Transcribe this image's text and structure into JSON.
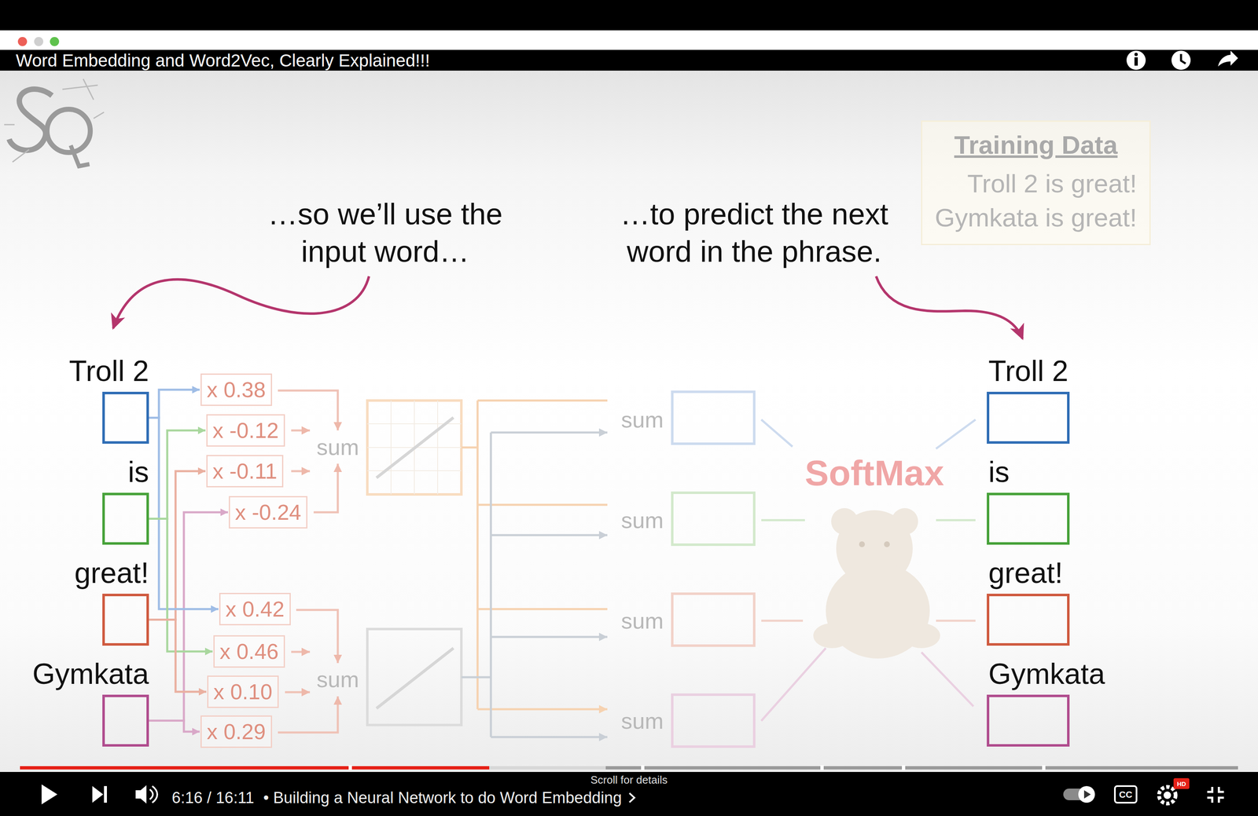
{
  "diagram": {
    "title": "Word Embedding and Word2Vec, Clearly Explained!!!",
    "nodes": [
      {
        "text": [
          "Training Data",
          "Troll 2 is great!",
          "Gymkata is great!"
        ]
      },
      {
        "text": [
          "Troll 2"
        ]
      },
      {
        "text": [
          "is"
        ]
      },
      {
        "text": [
          "great!"
        ]
      },
      {
        "text": [
          "Gymkata"
        ]
      },
      {
        "text": [
          "x 0.38"
        ]
      },
      {
        "text": [
          "x -0.12"
        ]
      },
      {
        "text": [
          "x -0.11"
        ]
      },
      {
        "text": [
          "x -0.24"
        ]
      },
      {
        "text": [
          "x 0.42"
        ]
      },
      {
        "text": [
          "x 0.46"
        ]
      },
      {
        "text": [
          "x 0.10"
        ]
      },
      {
        "text": [
          "x 0.29"
        ]
      },
      {
        "text": [
          "Troll 2"
        ]
      },
      {
        "text": [
          "is"
        ]
      },
      {
        "text": [
          "great!"
        ]
      },
      {
        "text": [
          "Gymkata"
        ]
      }
    ],
    "edges": [
      {
        "from": 1,
        "to": 5,
        "arrow": "to"
      },
      {
        "from": 2,
        "to": 6,
        "arrow": "to"
      },
      {
        "from": 3,
        "to": 7,
        "arrow": "to"
      },
      {
        "from": 4,
        "to": 8,
        "arrow": "to"
      },
      {
        "from": 1,
        "to": 9,
        "arrow": "to"
      },
      {
        "from": 2,
        "to": 10,
        "arrow": "to"
      },
      {
        "from": 3,
        "to": 11,
        "arrow": "to"
      },
      {
        "from": 4,
        "to": 12,
        "arrow": "to"
      }
    ],
    "labels": [
      "…so we’ll use the input word…",
      "…to predict the next word in the phrase.",
      "sum",
      "sum",
      "sum",
      "sum",
      "sum",
      "sum",
      "SoftMax",
      "6:16 / 16:11",
      "• Building a Neural Network to do Word Embedding",
      "Scroll for details",
      "CC",
      "HD"
    ]
  }
}
